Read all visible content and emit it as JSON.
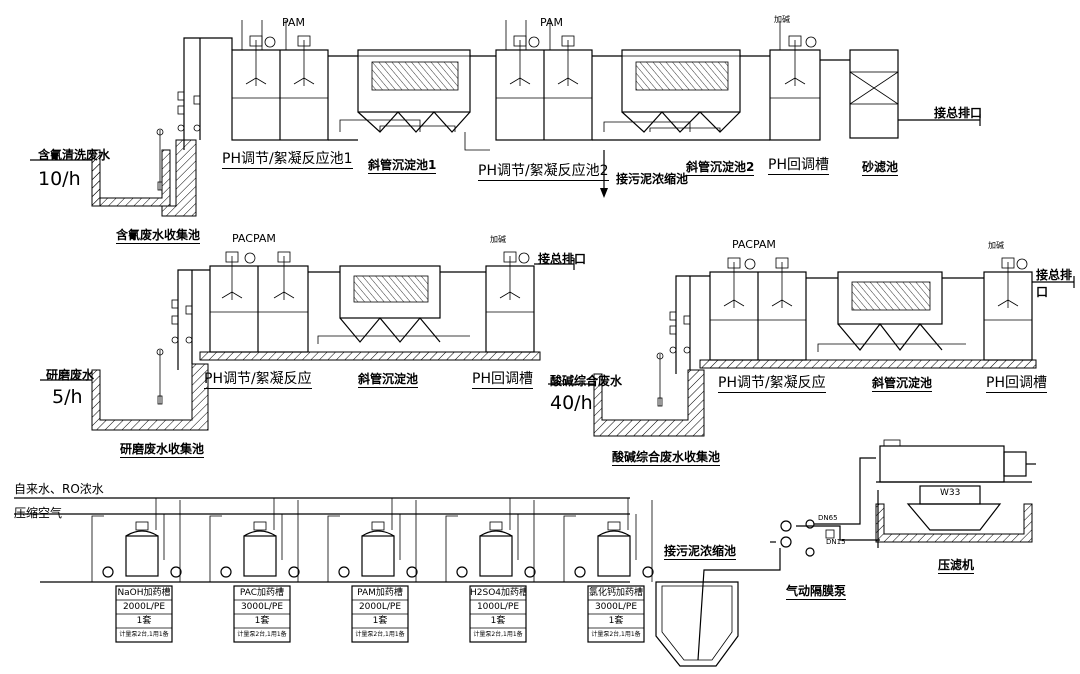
{
  "labels": {
    "cn_wastewater": "含氰清洗废水",
    "cn_flow": "10/h",
    "cn_collect": "含氰废水收集池",
    "ph_coag1": "PH调节/絮凝反应池1",
    "settler1": "斜管沉淀池1",
    "ph_coag2": "PH调节/絮凝反应池2",
    "to_sludge": "接污泥浓缩池",
    "settler2": "斜管沉淀池2",
    "ph_back": "PH回调槽",
    "sand_filter": "砂滤池",
    "to_main_outlet": "接总排口",
    "grind_wastewater": "研磨废水",
    "grind_flow": "5/h",
    "grind_collect": "研磨废水收集池",
    "ph_coag": "PH调节/絮凝反应",
    "settler": "斜管沉淀池",
    "ph_back_b": "PH回调槽",
    "to_main_outlet_b": "接总排口",
    "acid_wastewater": "酸碱综合废水",
    "acid_flow": "40/h",
    "acid_collect": "酸碱综合废水收集池",
    "ph_coag_c": "PH调节/絮凝反应",
    "settler_c": "斜管沉淀池",
    "ph_back_c": "PH回调槽",
    "to_main_outlet_c": "接总排口",
    "water_supply": "自来水、RO浓水",
    "air": "压缩空气",
    "sludge_thick": "接污泥浓缩池",
    "diaphragm_pump": "气动隔膜泵",
    "filter_press": "压滤机",
    "press_model": "W33",
    "pam": "PAM",
    "pacpam": "PACPAM",
    "dose_label": "加碱",
    "pipe_dn65": "DN65",
    "pipe_dn15": "DN15"
  },
  "tanks": [
    {
      "name": "NaOH加药槽",
      "spec": "2000L/PE",
      "qty": "1套",
      "note": "计量泵2台,1用1备"
    },
    {
      "name": "PAC加药槽",
      "spec": "3000L/PE",
      "qty": "1套",
      "note": "计量泵2台,1用1备"
    },
    {
      "name": "PAM加药槽",
      "spec": "2000L/PE",
      "qty": "1套",
      "note": "计量泵2台,1用1备"
    },
    {
      "name": "H2SO4加药槽",
      "spec": "1000L/PE",
      "qty": "1套",
      "note": "计量泵2台,1用1备"
    },
    {
      "name": "氯化钙加药槽",
      "spec": "3000L/PE",
      "qty": "1套",
      "note": "计量泵2台,1用1备"
    }
  ]
}
